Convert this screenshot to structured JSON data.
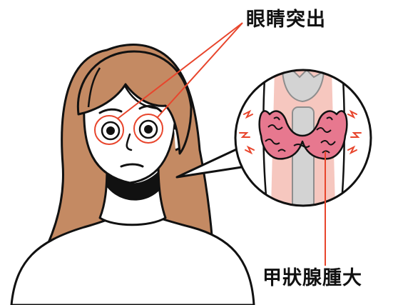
{
  "labels": {
    "eyes": "眼睛突出",
    "thyroid": "甲狀腺腫大"
  },
  "colors": {
    "hair": "#c48a63",
    "skin": "#ffffff",
    "outline": "#111111",
    "annotation_line": "#e8452c",
    "thyroid_gland": "#e7788f",
    "throat_highlight": "#f6c7bf",
    "airway_gray": "#d3d3d3"
  },
  "icons": [
    "woman-illustration",
    "thyroid-magnifier",
    "vibration-mark-icon"
  ]
}
